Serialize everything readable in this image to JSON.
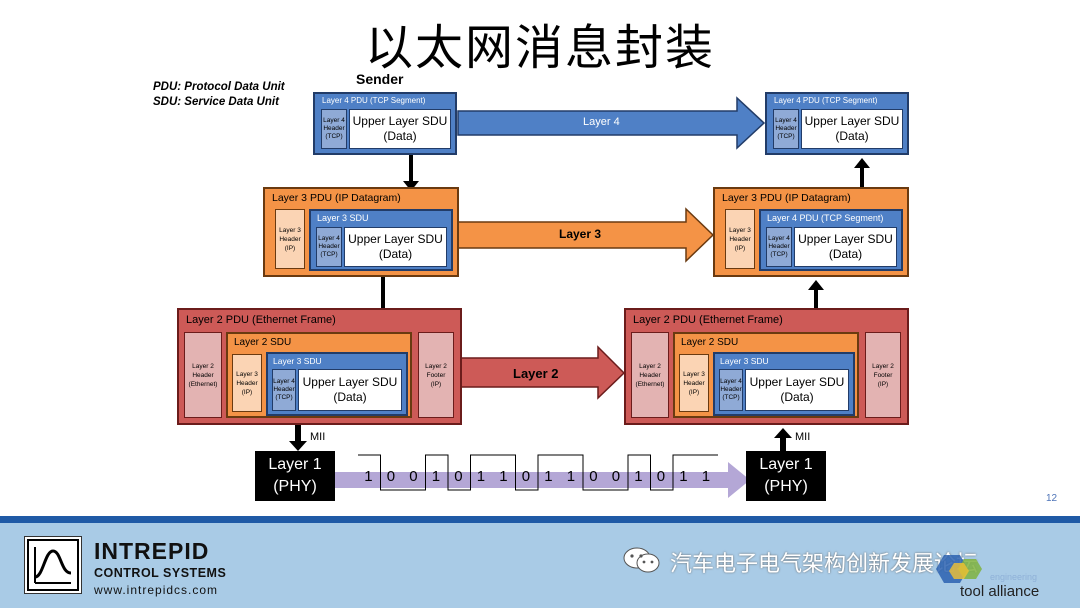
{
  "title": "以太网消息封装",
  "legend": {
    "pdu": "PDU: Protocol Data Unit",
    "sdu": "SDU: Service Data Unit"
  },
  "sender_label": "Sender",
  "layer4": {
    "pdu_label": "Layer 4 PDU (TCP Segment)",
    "header": "Layer 4\nHeader\n(TCP)",
    "data": "Upper Layer SDU\n(Data)",
    "arrow_label": "Layer 4"
  },
  "layer3": {
    "pdu_label": "Layer 3 PDU (IP Datagram)",
    "sdu_label": "Layer 3 SDU",
    "rx_sdu_label": "Layer 4 PDU (TCP Segment)",
    "header": "Layer 3\nHeader\n(IP)",
    "arrow_label": "Layer 3"
  },
  "layer2": {
    "pdu_label": "Layer 2 PDU (Ethernet Frame)",
    "sdu_label": "Layer 2 SDU",
    "inner_sdu_label": "Layer 3 SDU",
    "header": "Layer 2\nHeader\n(Ethernet)",
    "footer": "Layer 2\nFooter\n(IP)",
    "arrow_label": "Layer 2"
  },
  "layer1": {
    "phy_label": "Layer 1\n(PHY)",
    "mii": "MII",
    "bits": [
      "1",
      "0",
      "0",
      "1",
      "0",
      "1",
      "1",
      "0",
      "1",
      "1",
      "0",
      "0",
      "1",
      "0",
      "1",
      "1"
    ]
  },
  "page_number": "12",
  "footer": {
    "brand_name": "INTREPID",
    "brand_sub": "CONTROL SYSTEMS",
    "brand_url": "www.intrepidcs.com",
    "wechat_text": "汽车电子电气架构创新发展论坛",
    "partner_small": "engineering",
    "partner": "tool alliance"
  },
  "colors": {
    "layer4": "#4f80c6",
    "layer3": "#f49346",
    "layer2": "#cd5a57",
    "bitstream": "#b4a7d6",
    "footer_bar": "#a9cbe6"
  }
}
